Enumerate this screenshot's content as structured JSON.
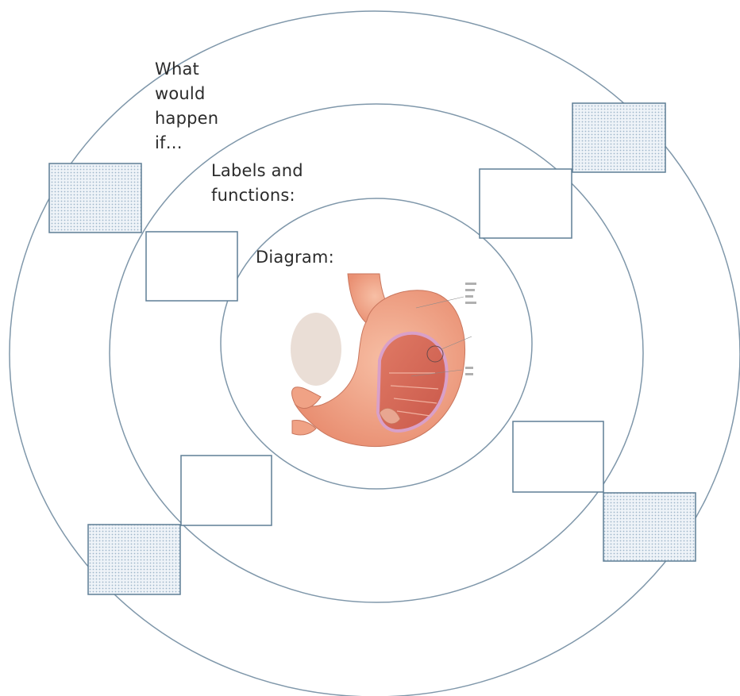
{
  "rings": {
    "outer_label": "What would happen if…",
    "middle_label": "Labels and functions:",
    "inner_label": "Diagram:"
  },
  "diagram_image": {
    "subject": "stomach",
    "fill_color": "#f2a88c",
    "lining_color": "#d9a0c8"
  },
  "colors": {
    "ring_stroke": "#7f97aa",
    "box_stroke": "#5f7e95",
    "dotted_box_fill": "#d5e2ee"
  },
  "answer_boxes": {
    "outer_dotted_count": 4,
    "middle_blank_count": 4
  }
}
